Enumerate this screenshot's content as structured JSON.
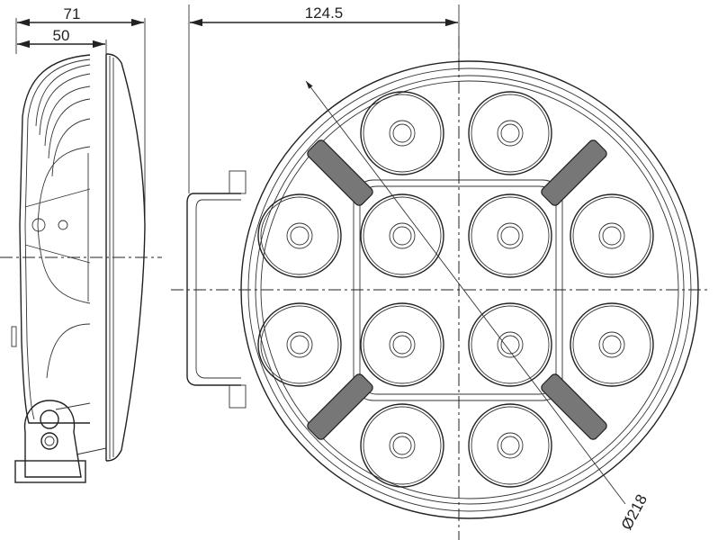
{
  "dimensions": {
    "side_overall_depth": "71",
    "side_housing_depth": "50",
    "front_offset": "124.5",
    "diameter": "Ø218"
  },
  "led_count": 12,
  "position_light_count": 4
}
